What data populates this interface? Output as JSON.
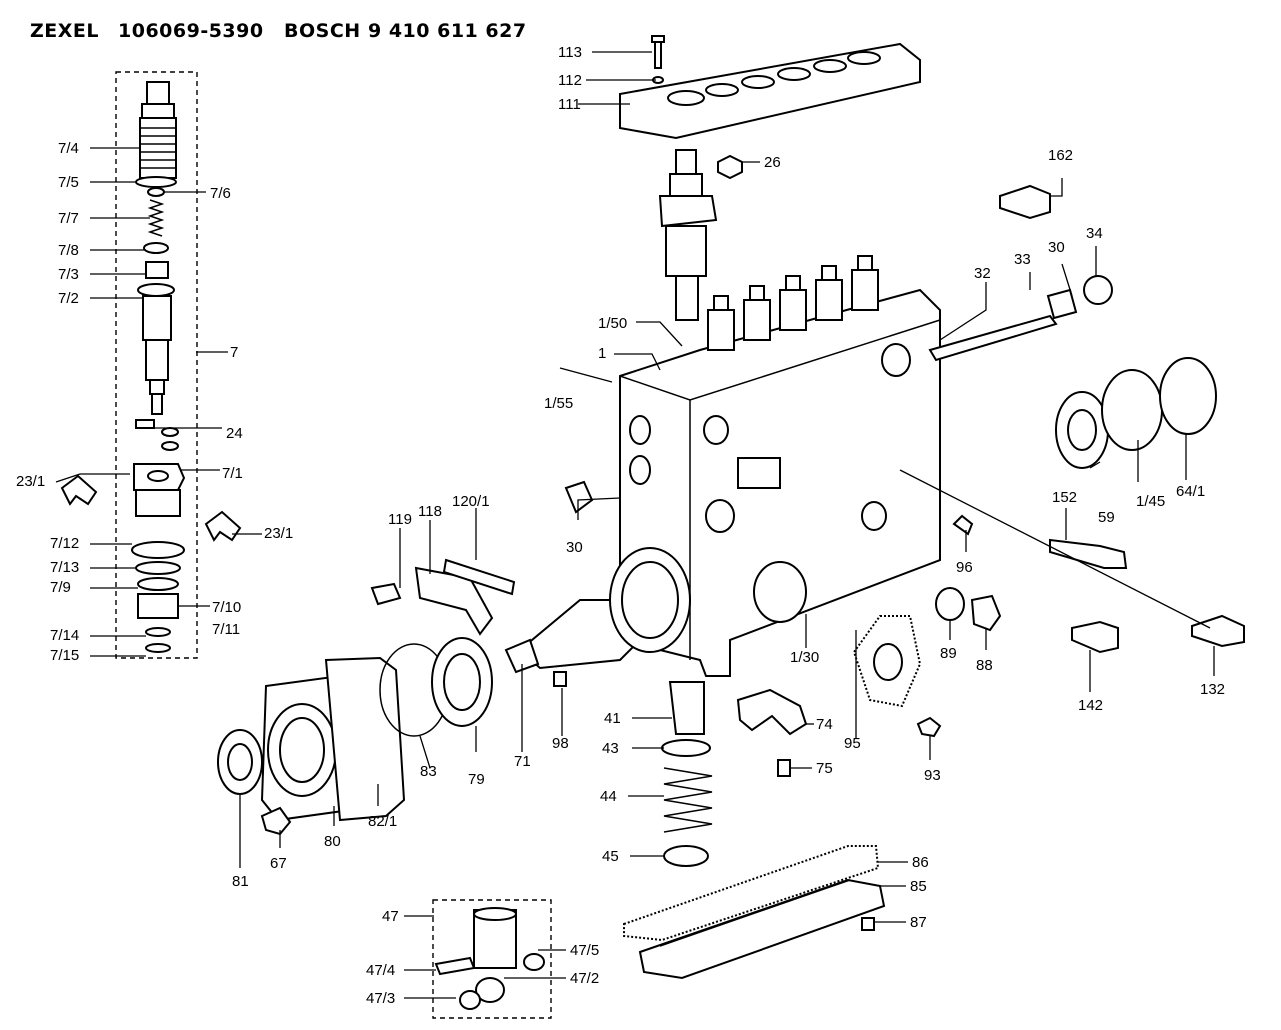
{
  "header": {
    "brand1": "ZEXEL",
    "code1": "106069-5390",
    "brand2": "BOSCH",
    "code2": "9 410 611 627"
  },
  "labels": {
    "p113": "113",
    "p112": "112",
    "p111": "111",
    "p26": "26",
    "p162": "162",
    "p34": "34",
    "p30a": "30",
    "p33": "33",
    "p32": "32",
    "p1_50": "1/50",
    "p1": "1",
    "p1_55": "1/55",
    "p7_4": "7/4",
    "p7_5": "7/5",
    "p7_6": "7/6",
    "p7_7": "7/7",
    "p7_8": "7/8",
    "p7_3": "7/3",
    "p7_2": "7/2",
    "p7": "7",
    "p24": "24",
    "p23_1a": "23/1",
    "p7_1": "7/1",
    "p23_1b": "23/1",
    "p7_12": "7/12",
    "p7_13": "7/13",
    "p7_9": "7/9",
    "p7_10": "7/10",
    "p7_11": "7/11",
    "p7_14": "7/14",
    "p7_15": "7/15",
    "p119": "119",
    "p118": "118",
    "p120_1": "120/1",
    "p30b": "30",
    "p152": "152",
    "p59": "59",
    "p1_45": "1/45",
    "p64_1": "64/1",
    "p96": "96",
    "p132": "132",
    "p89": "89",
    "p88": "88",
    "p142": "142",
    "p1_30": "1/30",
    "p95": "95",
    "p93": "93",
    "p74": "74",
    "p75": "75",
    "p41": "41",
    "p43": "43",
    "p44": "44",
    "p45": "45",
    "p98": "98",
    "p71": "71",
    "p79": "79",
    "p83": "83",
    "p82_1": "82/1",
    "p80": "80",
    "p81": "81",
    "p67": "67",
    "p86": "86",
    "p85": "85",
    "p87": "87",
    "p47": "47",
    "p47_5": "47/5",
    "p47_4": "47/4",
    "p47_2": "47/2",
    "p47_3": "47/3"
  }
}
